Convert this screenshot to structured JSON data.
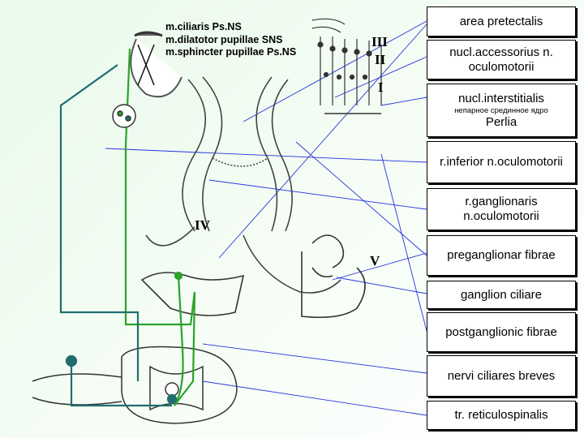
{
  "legend_lines": [
    "m.ciliaris Ps.NS",
    "m.dilatotor pupillae SNS",
    "m.sphincter pupillae Ps.NS"
  ],
  "roman": {
    "III": "III",
    "II": "II",
    "I": "I",
    "IV": "IV",
    "V": "V"
  },
  "labels": [
    {
      "text": "area pretectalis"
    },
    {
      "text": "nucl.accessorius n. oculomotorii"
    },
    {
      "text": "nucl.interstitialis",
      "sub": "непарное срединное ядро",
      "text2": "Perlia"
    },
    {
      "text": "r.inferior n.oculomotorii"
    },
    {
      "text": "r.ganglionaris n.oculomotorii"
    },
    {
      "text": "preganglionar fibrae"
    },
    {
      "text": "ganglion ciliare"
    },
    {
      "text": "postganglionic fibrae"
    },
    {
      "text": "nervi ciliares breves"
    },
    {
      "text": "tr. reticulospinalis"
    }
  ],
  "colors": {
    "pointer_lines": "#2233dd",
    "green_pathway": "#2aa32a",
    "teal_pathway": "#1f6e6e",
    "box_border": "#000000"
  }
}
